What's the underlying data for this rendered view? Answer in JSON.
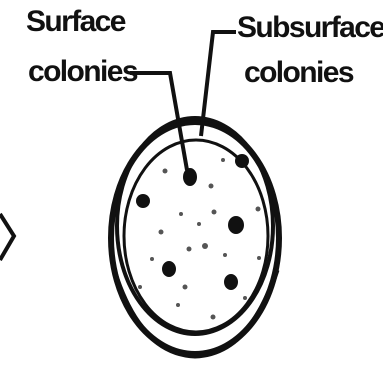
{
  "labels": {
    "surface": [
      "Surface",
      "colonies"
    ],
    "subsurface": [
      "Subsurface",
      "colonies"
    ]
  },
  "colors": {
    "ink": "#111111",
    "background": "#ffffff"
  }
}
